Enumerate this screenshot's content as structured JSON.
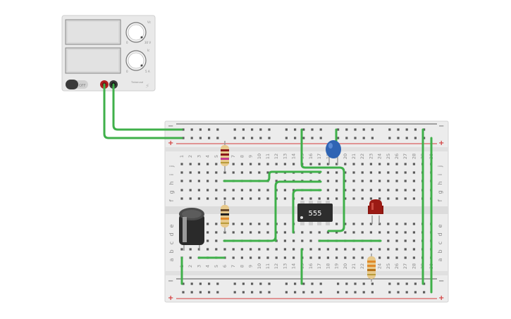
{
  "power_supply": {
    "off_label": "OFF",
    "knob_voltage_marks": [
      "0",
      "30 V"
    ],
    "knob_current_marks": [
      "0",
      "5 A"
    ],
    "knob_voltage_tag": "Vc",
    "knob_current_tag": "Ic",
    "brand_text": "Tinkercad"
  },
  "breadboard": {
    "columns": [
      "1",
      "2",
      "3",
      "4",
      "5",
      "6",
      "7",
      "8",
      "9",
      "10",
      "11",
      "12",
      "13",
      "14",
      "15",
      "16",
      "17",
      "18",
      "19",
      "20",
      "21",
      "22",
      "23",
      "24",
      "25",
      "26",
      "27",
      "28",
      "29",
      "30"
    ],
    "rows_top": [
      "j",
      "i",
      "h",
      "g",
      "f"
    ],
    "rows_bottom": [
      "e",
      "d",
      "c",
      "b",
      "a"
    ],
    "rail_minus": "−",
    "rail_plus": "+"
  },
  "ic": {
    "label": "555"
  },
  "colors": {
    "wire": "#3fb04a",
    "rail_red": "#d33b3b",
    "rail_dark": "#555555",
    "led": "#9b1a14",
    "capacitor_ceramic": "#2f64b4",
    "capacitor_electrolytic": "#2a2a2a"
  },
  "icons": [
    "power-switch-icon",
    "voltage-knob-icon",
    "current-knob-icon",
    "lightning-icon"
  ]
}
